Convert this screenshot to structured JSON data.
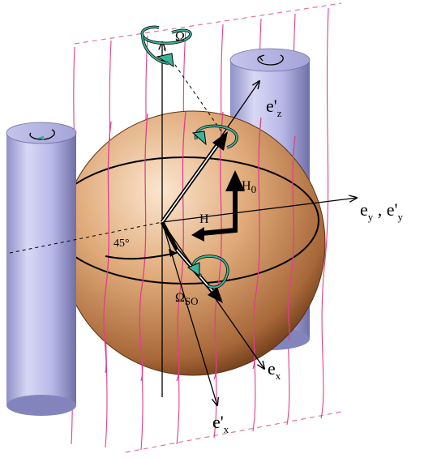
{
  "labels": {
    "omega": "Ω",
    "ez_prime": "e'",
    "ez_sub": "z",
    "h0": "H",
    "h0_sub": "0",
    "h": "H",
    "ey_main": "e",
    "ey_sub": "y",
    "ey_sep": " , e'",
    "ey_prime_sub": "y",
    "angle": "45°",
    "omega_so": "Ω",
    "omega_so_sub": "SO",
    "ex": "e",
    "ex_sub": "x",
    "ex_prime": "e'",
    "ex_prime_sub": "x"
  },
  "colors": {
    "sphere_light": "#f7dcc0",
    "sphere_mid": "#d9a06a",
    "sphere_dark": "#6b3a16",
    "cylinder_light": "#e2e2f7",
    "cylinder_mid": "#b4b4e6",
    "cylinder_dark": "#7e7eb4",
    "field_lines": "#e0408a",
    "rotation_arrows": "#3cb39a",
    "dashed_frame": "#e07a8a",
    "axes": "#000000"
  },
  "icons": {
    "rotation": "curved-rotation-arrow-icon",
    "cylinder_rotation": "cylinder-rotation-icon"
  }
}
